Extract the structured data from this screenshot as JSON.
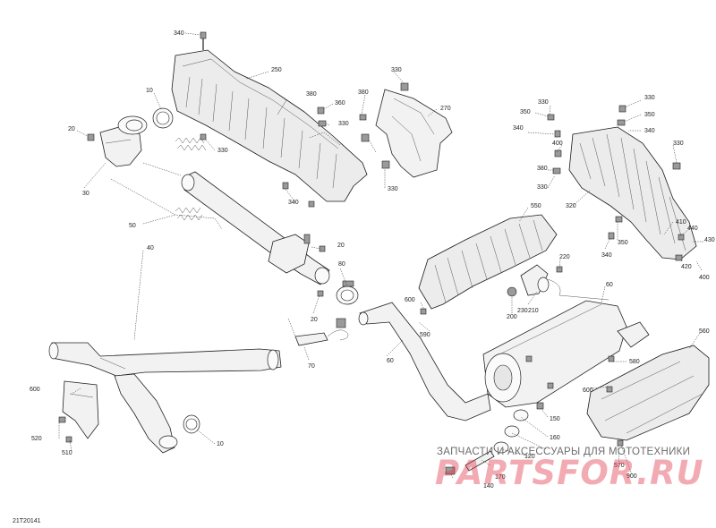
{
  "drawing_code": "21T20141",
  "watermark": {
    "line1": "ЗАПЧАСТИ И АКСЕССУАРЫ ДЛЯ МОТОТЕХНИКИ",
    "logo": "PARTSFOR.RU"
  },
  "callouts": {
    "c340a": "340",
    "c250": "250",
    "c10a": "10",
    "c20a": "20",
    "c30": "30",
    "c330a": "330",
    "c380a": "380",
    "c360": "360",
    "c330b": "330",
    "c330c": "330",
    "c270": "270",
    "c380b": "380",
    "c330d": "330",
    "c340b": "340",
    "c50": "50",
    "c20b": "20",
    "c40": "40",
    "c80": "80",
    "c20c": "20",
    "c70": "70",
    "c600a": "600",
    "c590": "590",
    "c60": "60",
    "c550": "550",
    "c220": "220",
    "c200": "200",
    "c230": "230",
    "c210": "210",
    "c60b": "60",
    "c600b": "600",
    "c520": "520",
    "c510": "510",
    "c10b": "10",
    "c330e": "330",
    "c350a": "350",
    "c340c": "340",
    "c400a": "400",
    "c380c": "380",
    "c330f": "330",
    "c330g": "330",
    "c350b": "350",
    "c340d": "340",
    "c330h": "330",
    "c320": "320",
    "c350c": "350",
    "c340e": "340",
    "c410": "410",
    "c440": "440",
    "c430": "430",
    "c420": "420",
    "c400b": "400",
    "c560": "560",
    "c580": "580",
    "c600c": "600",
    "c150": "150",
    "c160": "160",
    "c120": "120",
    "c170": "170",
    "c140": "140",
    "c900": "900",
    "c570": "570"
  }
}
